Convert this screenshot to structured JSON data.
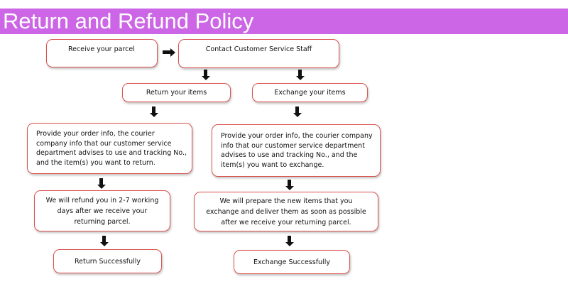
{
  "title": "Return and  Refund Policy",
  "steps": {
    "receive": "Receive your parcel",
    "contact": "Contact Customer Service Staff",
    "return_items": "Return your items",
    "exchange_items": "Exchange your items",
    "return_info": "Provide your order info, the courier company info that our customer service department advises to use and tracking No., and the item(s) you want to return.",
    "exchange_info": "Provide your order info, the courier company info that our customer service department advises to use and tracking No., and the item(s) you want to exchange.",
    "refund": "We will refund you in 2-7 working days after we receive your returning parcel.",
    "prepare": "We will prepare the new items that you exchange  and deliver them as soon as possible after we receive your returning parcel.",
    "return_done": "Return Successfully",
    "exchange_done": "Exchange Successfully"
  },
  "colors": {
    "banner": "#cc66e6",
    "box_border": "#d9534f"
  }
}
